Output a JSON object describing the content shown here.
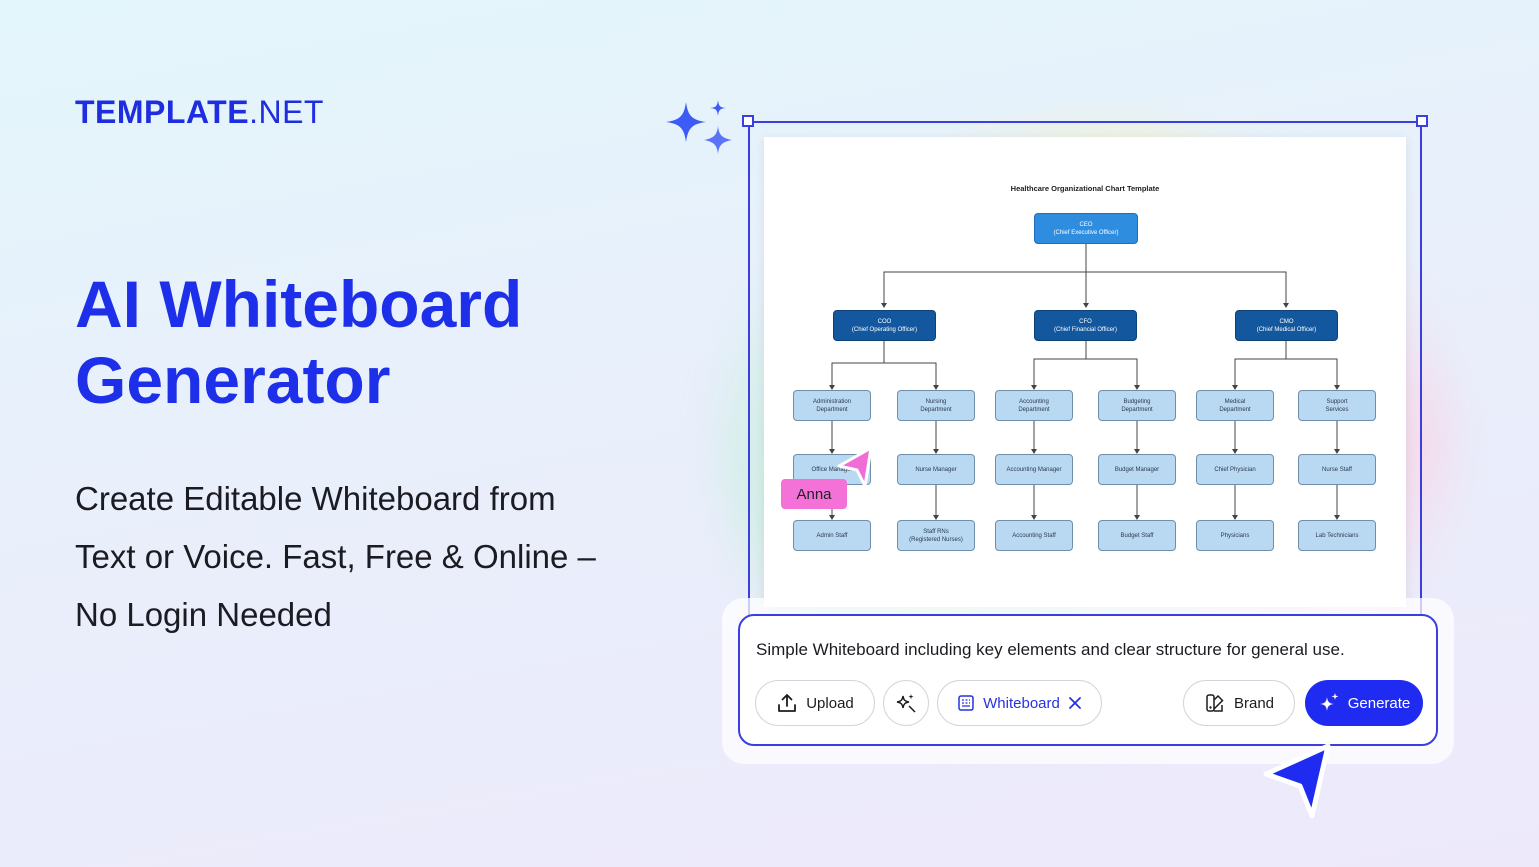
{
  "brand": {
    "name_bold": "TEMPLATE",
    "name_light": ".NET"
  },
  "hero": {
    "title_line1": "AI Whiteboard",
    "title_line2": "Generator",
    "subtitle_line1": "Create Editable Whiteboard from",
    "subtitle_line2": "Text or Voice. Fast, Free & Online –",
    "subtitle_line3": "No Login Needed"
  },
  "preview": {
    "chart_title": "Healthcare Organizational Chart Template",
    "nodes": {
      "ceo": "CEO\n(Chief Executive Officer)",
      "coo": "COO\n(Chief Operating Officer)",
      "cfo": "CFO\n(Chief Financial Officer)",
      "cmo": "CMO\n(Chief Medical Officer)",
      "admin_dept": "Administration\nDepartment",
      "nursing_dept": "Nursing\nDepartment",
      "accounting_dept": "Accounting\nDepartment",
      "budgeting_dept": "Budgeting\nDepartment",
      "medical_dept": "Medical\nDepartment",
      "support_services": "Support\nServices",
      "office_manager": "Office Manager",
      "nurse_manager": "Nurse Manager",
      "accounting_manager": "Accounting Manager",
      "budget_manager": "Budget Manager",
      "chief_physician": "Chief Physician",
      "nurse_staff": "Nurse Staff",
      "admin_staff": "Admin Staff",
      "staff_rns": "Staff RNs\n(Registered Nurses)",
      "accounting_staff": "Accounting Staff",
      "budget_staff": "Budget Staff",
      "physicians": "Physicians",
      "lab_technicians": "Lab Technicians"
    },
    "collaborator": "Anna"
  },
  "prompt_panel": {
    "prompt_text": "Simple Whiteboard including key elements and clear structure for general use.",
    "upload_label": "Upload",
    "chip_label": "Whiteboard",
    "brand_label": "Brand",
    "generate_label": "Generate"
  },
  "colors": {
    "accent": "#1f2de0",
    "generate_bg": "#1f2bf0",
    "collaborator_tag": "#f472d8",
    "node_top": "#2e8ddf",
    "node_mid": "#13589e",
    "node_low": "#b9d8f2"
  },
  "icons": [
    "sparkles-icon",
    "upload-icon",
    "magic-icon",
    "whiteboard-icon",
    "close-icon",
    "brand-icon",
    "generate-sparkle-icon",
    "cursor-icon"
  ]
}
